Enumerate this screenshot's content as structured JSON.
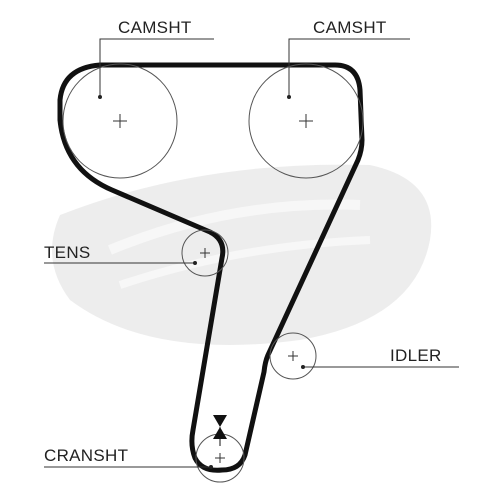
{
  "labels": {
    "camshaft_left": "CAMSHT",
    "camshaft_right": "CAMSHT",
    "tensioner": "TENS",
    "idler": "IDLER",
    "crankshaft": "CRANSHT"
  },
  "colors": {
    "belt": "#111111",
    "pulley": "#555555",
    "watermark": "#ececec"
  },
  "icons": {
    "timing_mark": "bowtie-triangle-marker",
    "watermark": "gates-logo-watermark"
  }
}
